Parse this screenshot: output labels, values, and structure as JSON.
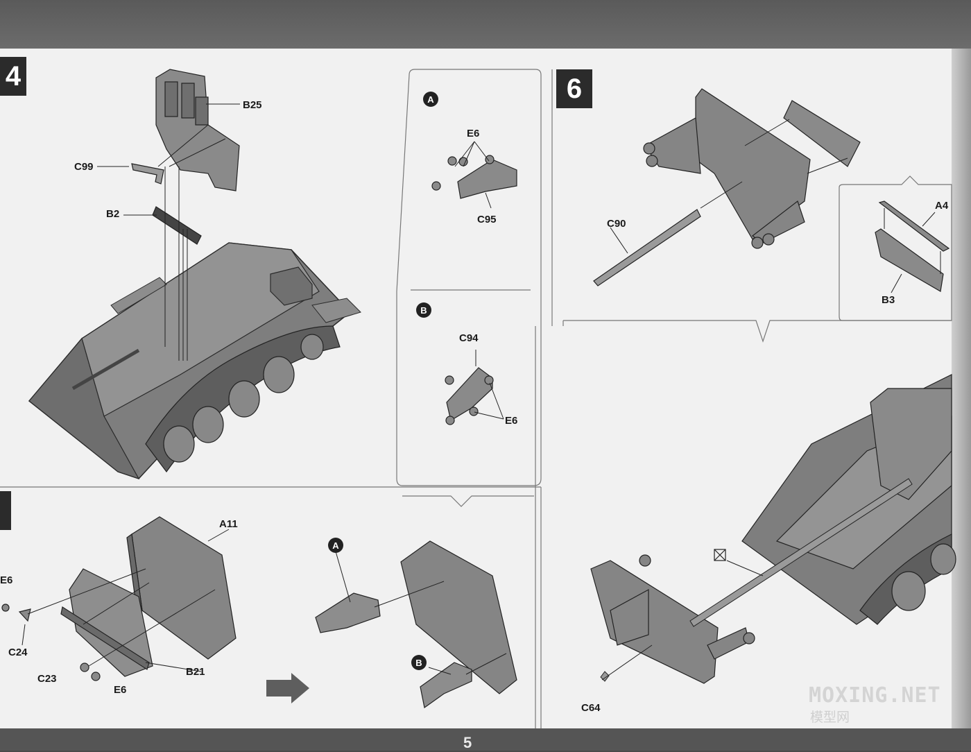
{
  "page": {
    "number": "5"
  },
  "steps": {
    "step4": "4",
    "step6": "6"
  },
  "subassemblies": {
    "a": "A",
    "b": "B"
  },
  "labels": {
    "b25": "B25",
    "c99": "C99",
    "b2": "B2",
    "e6_a": "E6",
    "c95": "C95",
    "c94": "C94",
    "e6_b": "E6",
    "a11": "A11",
    "e6_left": "E6",
    "c24": "C24",
    "c23": "C23",
    "b21": "B21",
    "e6_bottom": "E6",
    "c90": "C90",
    "a4": "A4",
    "b3": "B3",
    "c64": "C64"
  },
  "watermark": {
    "text": "MOXING.NET",
    "sub": "模型网"
  },
  "colors": {
    "part": "#8a8a8a",
    "part_dark": "#6b6b6b",
    "line": "#2a2a2a",
    "sheet": "#f1f1f1"
  },
  "icons": {
    "arrow": "right-arrow-icon",
    "glue_mark": "crossed-box-icon"
  }
}
